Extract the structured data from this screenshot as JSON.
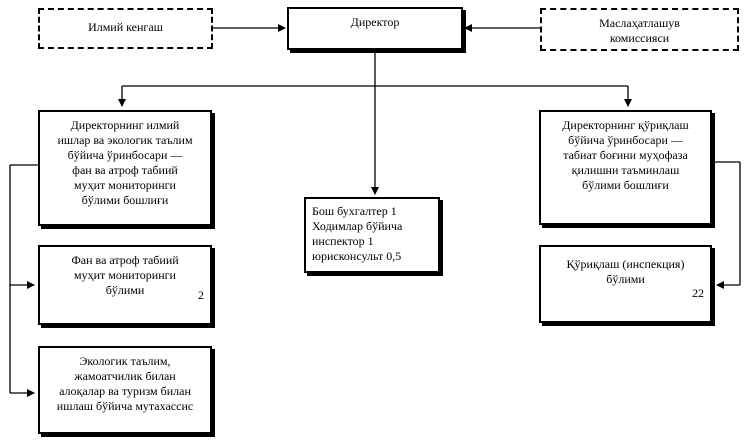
{
  "nodes": {
    "academic_council": {
      "label": "Илмий кенгаш"
    },
    "director": {
      "label": "Директор"
    },
    "advisory_commission": {
      "label": "Маслаҳатлашув\nкомиссияси"
    },
    "deputy_science": {
      "label": "Директорнинг илмий\nишлар ва экологик таълим\nбўйича ўринбосари —\nфан ва атроф табиий\nмуҳит мониторинги\nбўлими бошлиғи"
    },
    "science_department": {
      "label": "Фан ва атроф табиий\nмуҳит мониторинги\nбўлими",
      "count": "2"
    },
    "eco_education_specialist": {
      "label": "Экологик таълим,\nжамоатчилик билан\nалоқалар ва туризм билан\nишлаш бўйича мутахассис"
    },
    "staff_unit": {
      "label": "Бош бухгалтер 1\nХодимлар бўйича\nинспектор 1\nюрисконсульт 0,5"
    },
    "deputy_protection": {
      "label": "Директорнинг қўриқлаш\nбўйича ўринбосари —\nтабиат боғини муҳофаза\nқилишни таъминлаш\nбўлими бошлиғи"
    },
    "inspection_department": {
      "label": "Қўриқлаш (инспекция)\nбўлими",
      "count": "22"
    }
  }
}
